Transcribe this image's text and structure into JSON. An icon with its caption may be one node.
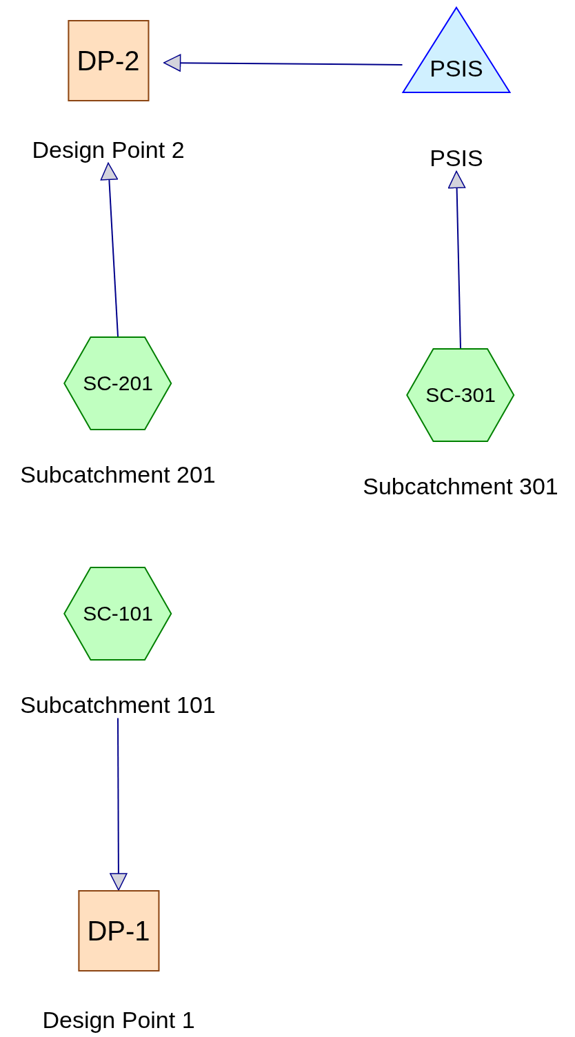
{
  "diagram": {
    "nodes": [
      {
        "text": [
          "DP-2"
        ],
        "beside": [
          "Design Point 2"
        ]
      },
      {
        "text": [
          "PSIS"
        ],
        "beside": [
          "PSIS"
        ]
      },
      {
        "text": [
          "SC-201"
        ],
        "beside": [
          "Subcatchment 201"
        ]
      },
      {
        "text": [
          "SC-301"
        ],
        "beside": [
          "Subcatchment 301"
        ]
      },
      {
        "text": [
          "SC-101"
        ],
        "beside": [
          "Subcatchment 101"
        ]
      },
      {
        "text": [
          "DP-1"
        ],
        "beside": [
          "Design Point 1"
        ]
      }
    ],
    "edges": [
      {
        "from": 1,
        "to": 0,
        "arrow": "to"
      },
      {
        "from": 2,
        "to": 0,
        "arrow": "to"
      },
      {
        "from": 3,
        "to": 1,
        "arrow": "to"
      },
      {
        "from": 4,
        "to": 5,
        "arrow": "to"
      }
    ]
  }
}
